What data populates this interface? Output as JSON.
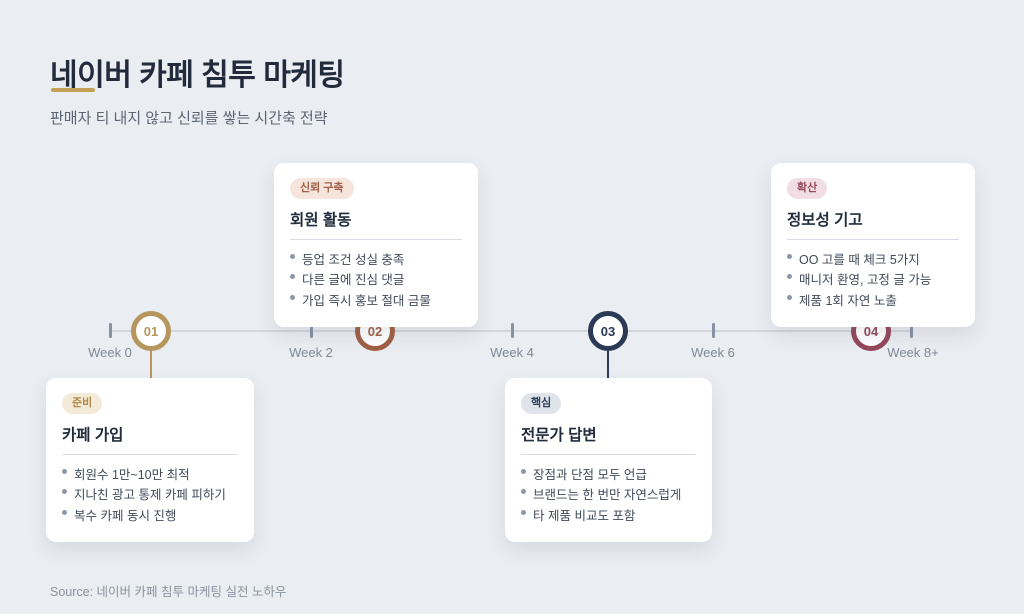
{
  "header": {
    "title": "네이버 카페 침투 마케팅",
    "subtitle": "판매자 티 내지 않고 신뢰를 쌓는 시간축 전략"
  },
  "colors": {
    "background": "#eaedf1",
    "title_text": "#212b3b",
    "title_underline_gold": "#c2a058",
    "timeline_line": "#d2d7de",
    "milestone_1_accent": "#b6965c",
    "milestone_2_accent": "#a05f45",
    "milestone_3_accent": "#2a3a54",
    "milestone_4_accent": "#95475b"
  },
  "timeline": {
    "week_labels": [
      "Week 0",
      "Week 2",
      "Week 4",
      "Week 6",
      "Week 8+"
    ]
  },
  "milestones": [
    {
      "number": "01",
      "badge": "준비",
      "title": "카페 가입",
      "bullets": [
        "회원수 1만~10만 최적",
        "지나친 광고 통제 카페 피하기",
        "복수 카페 동시 진행"
      ]
    },
    {
      "number": "02",
      "badge": "신뢰 구축",
      "title": "회원 활동",
      "bullets": [
        "등업 조건 성실 충족",
        "다른 글에 진심 댓글",
        "가입 즉시 홍보 절대 금물"
      ]
    },
    {
      "number": "03",
      "badge": "핵심",
      "title": "전문가 답변",
      "bullets": [
        "장점과 단점 모두 언급",
        "브랜드는 한 번만 자연스럽게",
        "타 제품 비교도 포함"
      ]
    },
    {
      "number": "04",
      "badge": "확산",
      "title": "정보성 기고",
      "bullets": [
        "OO 고를 때 체크 5가지",
        "매니저 환영, 고정 글 가능",
        "제품 1회 자연 노출"
      ]
    }
  ],
  "footer": {
    "source": "Source: 네이버 카페 침투 마케팅 실전 노하우"
  }
}
